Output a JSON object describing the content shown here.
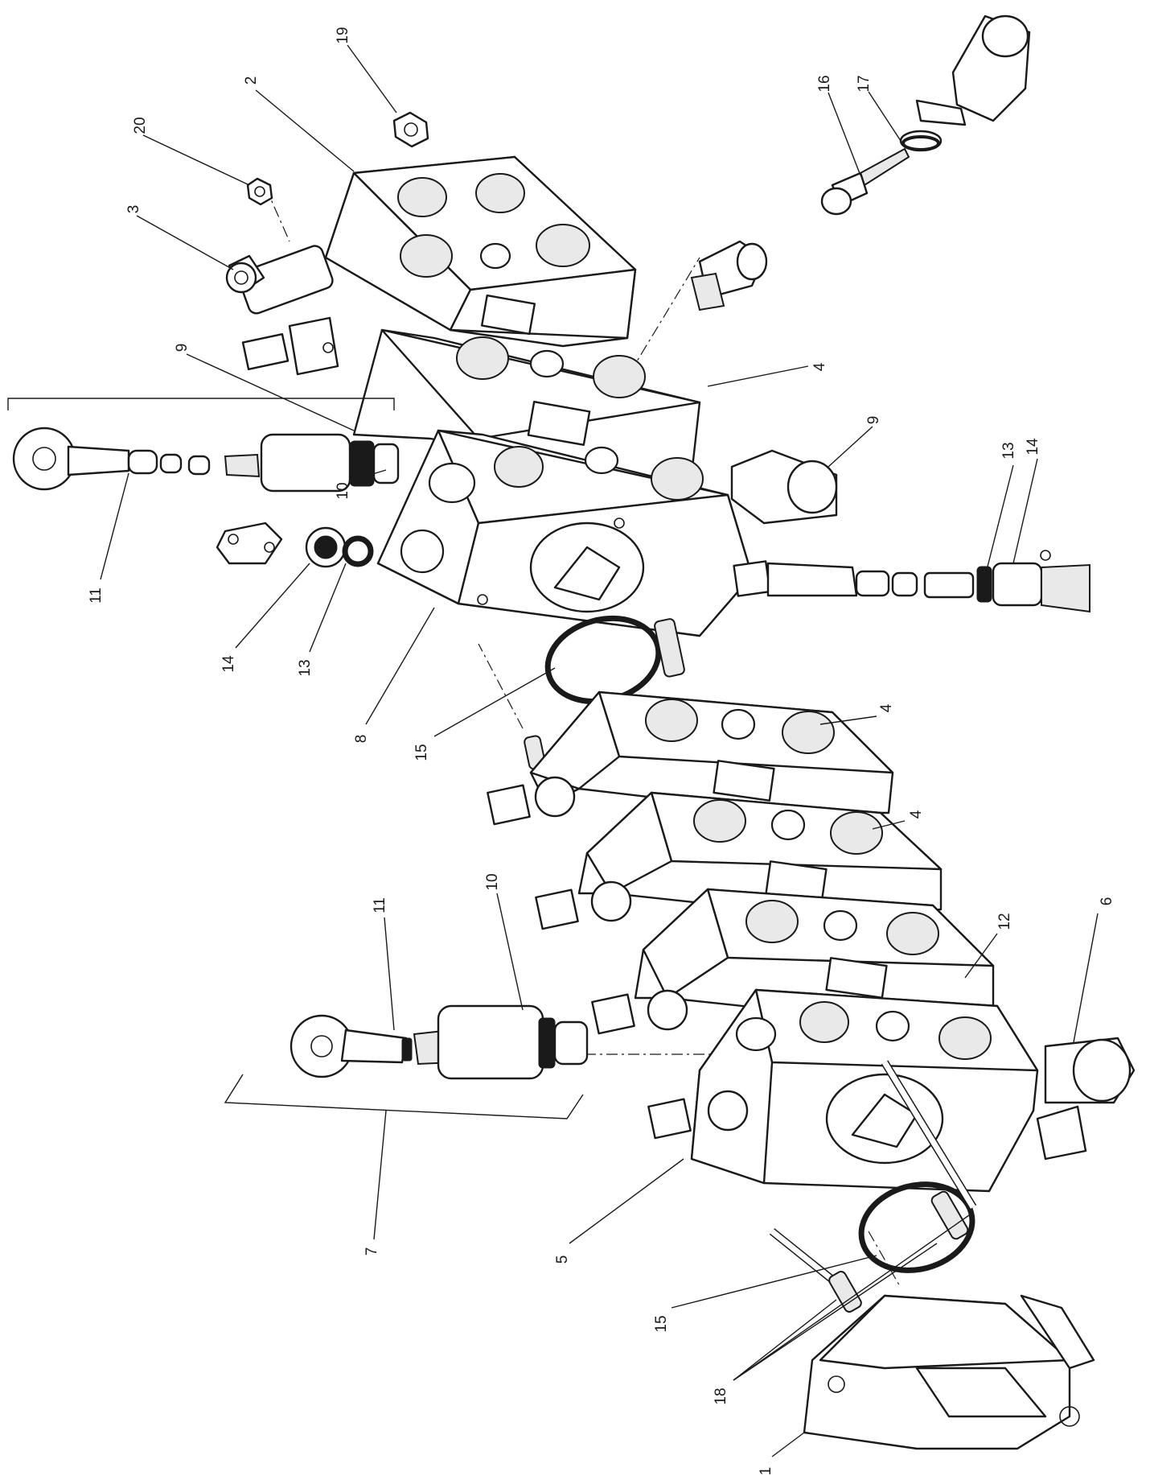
{
  "callouts": [
    {
      "id": "c2",
      "text": "2"
    },
    {
      "id": "c3",
      "text": "3"
    },
    {
      "id": "c19",
      "text": "19"
    },
    {
      "id": "c20",
      "text": "20"
    },
    {
      "id": "c16",
      "text": "16"
    },
    {
      "id": "c17",
      "text": "17"
    },
    {
      "id": "c9a",
      "text": "9"
    },
    {
      "id": "c4a",
      "text": "4"
    },
    {
      "id": "c9b",
      "text": "9"
    },
    {
      "id": "c13a",
      "text": "13"
    },
    {
      "id": "c14a",
      "text": "14"
    },
    {
      "id": "c10a",
      "text": "10"
    },
    {
      "id": "c11a",
      "text": "11"
    },
    {
      "id": "c14b",
      "text": "14"
    },
    {
      "id": "c13b",
      "text": "13"
    },
    {
      "id": "c8",
      "text": "8"
    },
    {
      "id": "c15a",
      "text": "15"
    },
    {
      "id": "c4b",
      "text": "4"
    },
    {
      "id": "c4c",
      "text": "4"
    },
    {
      "id": "c12",
      "text": "12"
    },
    {
      "id": "c6",
      "text": "6"
    },
    {
      "id": "c11b",
      "text": "11"
    },
    {
      "id": "c10b",
      "text": "10"
    },
    {
      "id": "c7",
      "text": "7"
    },
    {
      "id": "c5",
      "text": "5"
    },
    {
      "id": "c15b",
      "text": "15"
    },
    {
      "id": "c18",
      "text": "18"
    },
    {
      "id": "c1",
      "text": "1"
    }
  ]
}
